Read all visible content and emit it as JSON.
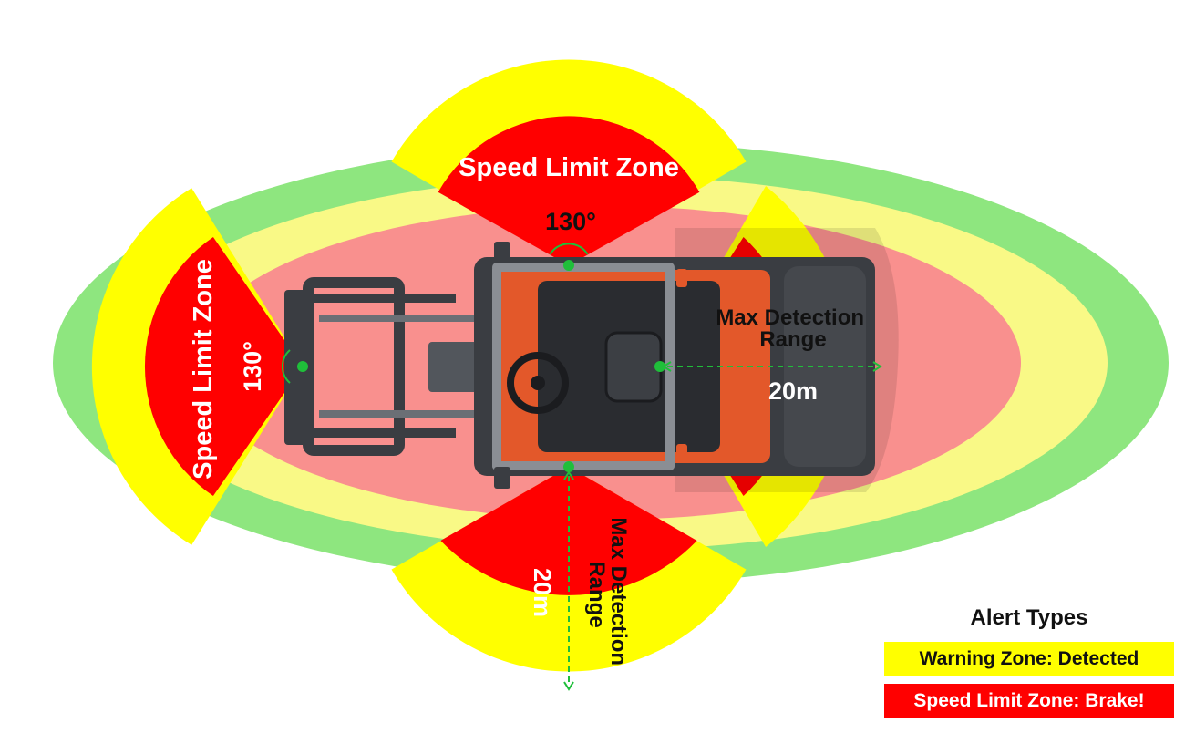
{
  "colors": {
    "outer_ring": "#8ee67f",
    "middle_ring": "#f9f986",
    "inner_zone": "#f9908e",
    "warning": "#ffff00",
    "speed_limit": "#ff0000",
    "marker": "#1fbf3a",
    "vehicle_body": "#3a3d42",
    "vehicle_accent": "#e3582a"
  },
  "zones": {
    "top": {
      "label": "Speed Limit Zone",
      "angle": "130°"
    },
    "left": {
      "label": "Speed Limit Zone",
      "angle": "130°"
    },
    "right": {
      "range_label": "Max Detection Range",
      "range_line1": "Max Detection",
      "range_line2": "Range",
      "distance": "20m"
    },
    "bottom": {
      "range_label": "Max Detection Range",
      "range_line1": "Max Detection",
      "range_line2": "Range",
      "distance": "20m"
    }
  },
  "legend": {
    "title": "Alert Types",
    "warning": "Warning Zone: Detected",
    "speed_limit": "Speed Limit Zone: Brake!"
  }
}
